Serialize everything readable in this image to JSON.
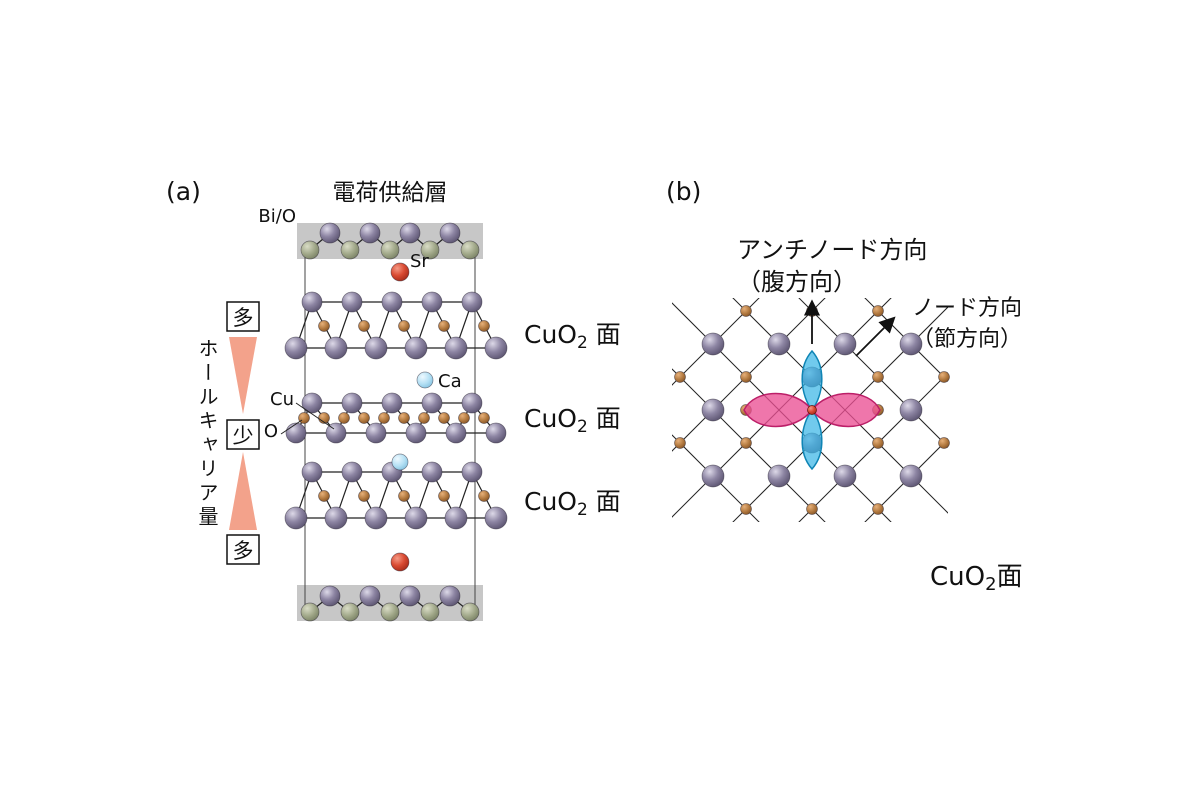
{
  "panel_a": {
    "label": "(a)",
    "charge_supply_layer": "電荷供給層",
    "bio": "Bi/O",
    "sr": "Sr",
    "ca": "Ca",
    "cu": "Cu",
    "o": "O",
    "cuo2_label": {
      "prefix": "CuO",
      "sub": "2",
      "suffix": " 面"
    },
    "hole_carrier_axis": "ホールキャリア量",
    "carrier_many_top": "多",
    "carrier_few": "少",
    "carrier_many_bottom": "多"
  },
  "panel_b": {
    "label": "(b)",
    "antinode_direction": "アンチノード方向",
    "antinode_sub": "（腹方向）",
    "node_direction": "ノード方向",
    "node_sub": "（節方向）",
    "cuo2_plane": {
      "prefix": "CuO",
      "sub": "2",
      "suffix": "面"
    }
  },
  "colors": {
    "copper_sphere": "#7a7290",
    "oxygen_sphere": "#a4683a",
    "bio_sphere": "#9aa084",
    "sr_sphere": "#d0402c",
    "ca_sphere": "#9ed4ec",
    "lobe_blue": "#3ab6e6",
    "lobe_pink": "#ea4f93",
    "carrier_triangle": "#f3a28b",
    "band_gray": "#c7c7c7"
  }
}
